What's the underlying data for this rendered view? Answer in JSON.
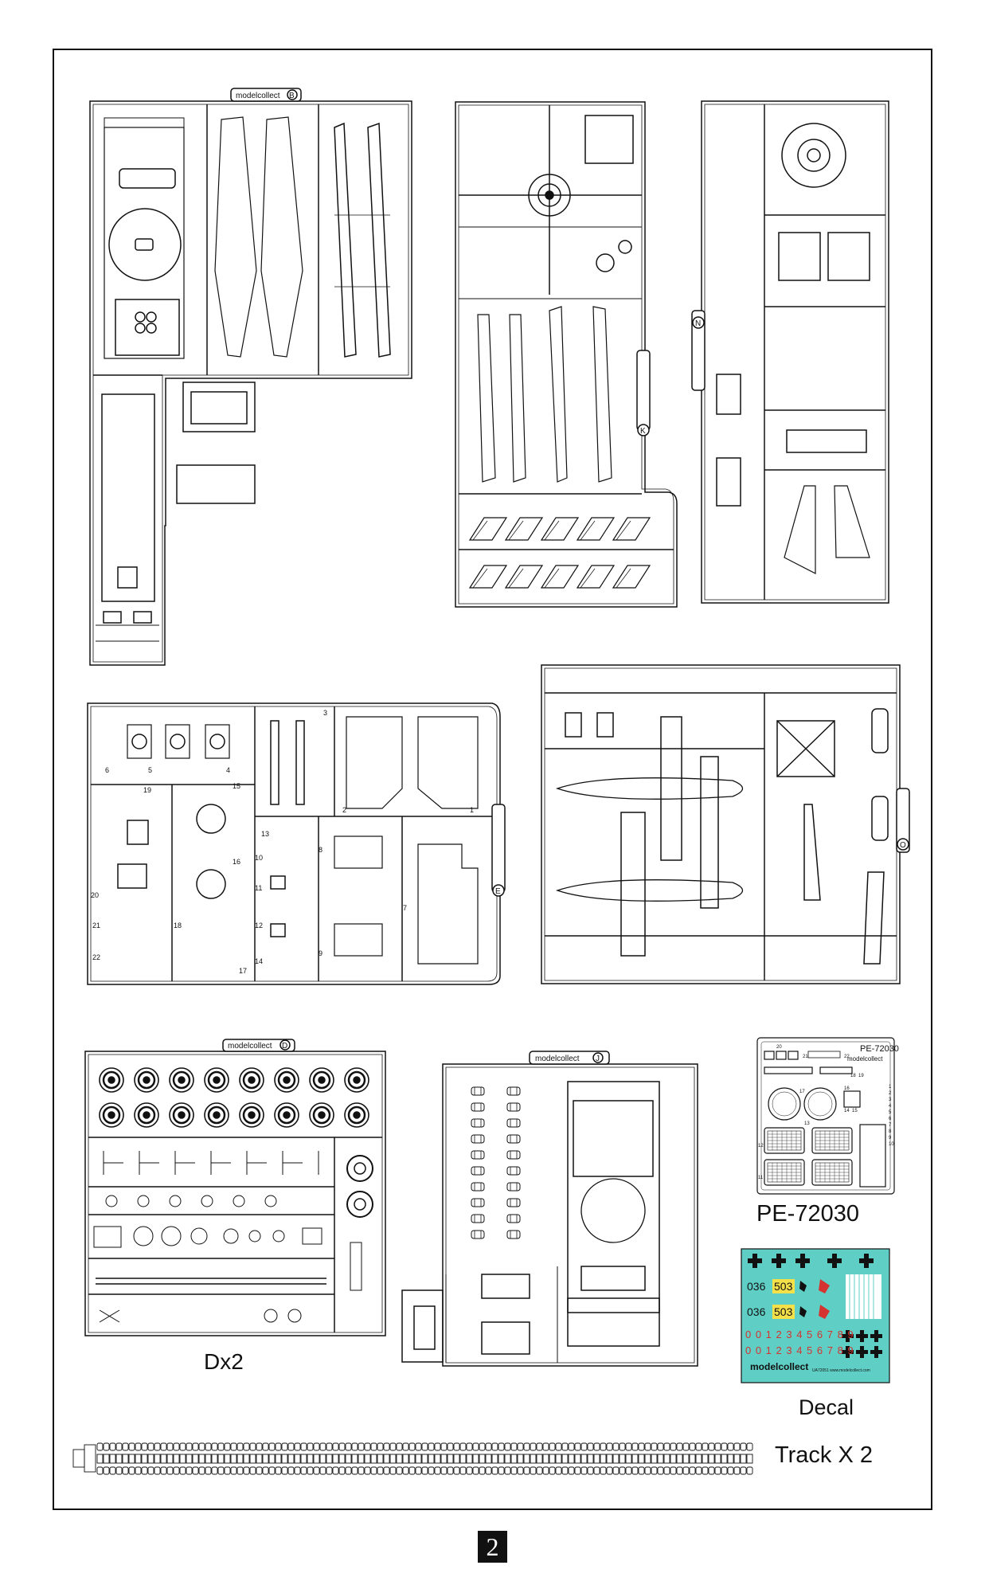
{
  "brand": "modelcollect",
  "sprues": {
    "B": {
      "letter": "B"
    },
    "K": {
      "letter": "K"
    },
    "N": {
      "letter": "N"
    },
    "E": {
      "letter": "E"
    },
    "O": {
      "letter": "O"
    },
    "D": {
      "letter": "D",
      "label": "Dx2"
    },
    "J": {
      "letter": "J"
    }
  },
  "sprue_e_numbers": [
    "1",
    "2",
    "3",
    "4",
    "5",
    "6",
    "7",
    "8",
    "9",
    "10",
    "11",
    "12",
    "13",
    "14",
    "15",
    "16",
    "17",
    "18",
    "19",
    "20",
    "21",
    "22"
  ],
  "photo_etch": {
    "code": "PE-72030",
    "label": "PE-72030",
    "part_numbers": [
      "1",
      "2",
      "3",
      "4",
      "5",
      "6",
      "7",
      "8",
      "9",
      "10",
      "11",
      "12",
      "13",
      "14",
      "15",
      "16",
      "17",
      "18",
      "19",
      "20",
      "21",
      "22"
    ]
  },
  "decal": {
    "label": "Decal",
    "row1": [
      "036",
      "503"
    ],
    "row2": [
      "036",
      "503"
    ],
    "digits": "0 0 1 2 3 4 5 6 7 8 9",
    "digits_red": "0 0 1 2 3 4 5 6 7 8 9",
    "brand": "modelcollect",
    "fine_print": "UA72051 www.modelcollect.com",
    "colors": {
      "background": "#5fcfc6",
      "yellow": "#f4e14a",
      "red": "#d4332f",
      "black": "#111111",
      "white": "#ffffff"
    }
  },
  "track": {
    "label": "Track X 2"
  },
  "page_number": "2"
}
